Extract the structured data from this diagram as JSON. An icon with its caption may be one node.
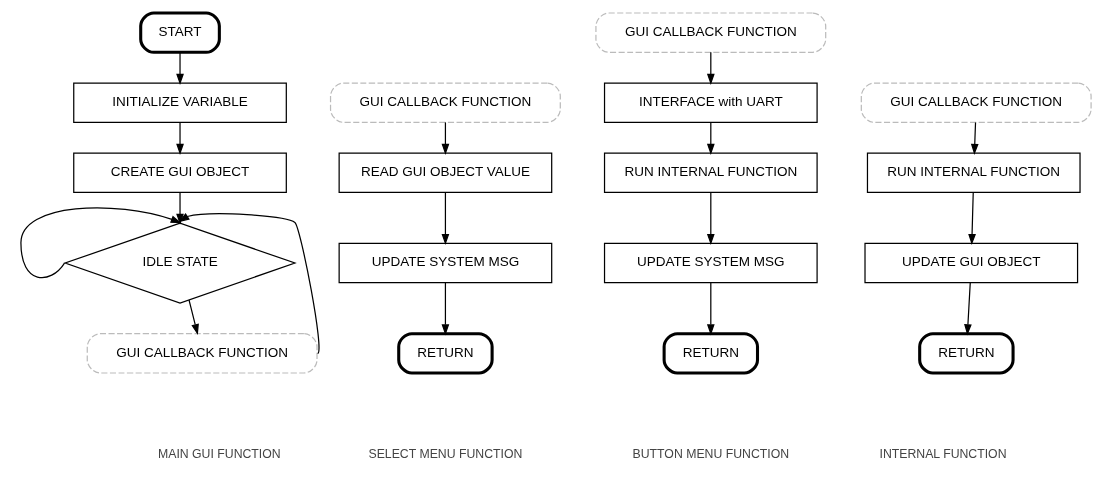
{
  "diagram": {
    "nodes": [
      {
        "text": [
          "START"
        ]
      },
      {
        "text": [
          "INITIALIZE VARIABLE"
        ]
      },
      {
        "text": [
          "CREATE GUI OBJECT"
        ]
      },
      {
        "text": [
          "IDLE STATE"
        ]
      },
      {
        "text": [
          "GUI CALLBACK FUNCTION"
        ]
      },
      {
        "text": [
          "GUI CALLBACK FUNCTION"
        ]
      },
      {
        "text": [
          "READ GUI OBJECT VALUE"
        ]
      },
      {
        "text": [
          "UPDATE SYSTEM MSG"
        ]
      },
      {
        "text": [
          "RETURN"
        ]
      },
      {
        "text": [
          "GUI CALLBACK FUNCTION"
        ]
      },
      {
        "text": [
          "INTERFACE with UART"
        ]
      },
      {
        "text": [
          "RUN INTERNAL FUNCTION"
        ]
      },
      {
        "text": [
          "UPDATE SYSTEM MSG"
        ]
      },
      {
        "text": [
          "RETURN"
        ]
      },
      {
        "text": [
          "GUI CALLBACK FUNCTION"
        ]
      },
      {
        "text": [
          "RUN INTERNAL FUNCTION"
        ]
      },
      {
        "text": [
          "UPDATE GUI OBJECT"
        ]
      },
      {
        "text": [
          "RETURN"
        ]
      }
    ],
    "edges": [
      {
        "from": 0,
        "to": 1,
        "arrow": "to"
      },
      {
        "from": 1,
        "to": 2,
        "arrow": "to"
      },
      {
        "from": 2,
        "to": 3,
        "arrow": "to"
      },
      {
        "from": 3,
        "to": 3,
        "arrow": "to"
      },
      {
        "from": 3,
        "to": 4,
        "arrow": "to"
      },
      {
        "from": 4,
        "to": 3,
        "arrow": "to"
      },
      {
        "from": 5,
        "to": 6,
        "arrow": "to"
      },
      {
        "from": 6,
        "to": 7,
        "arrow": "to"
      },
      {
        "from": 7,
        "to": 8,
        "arrow": "to"
      },
      {
        "from": 9,
        "to": 10,
        "arrow": "to"
      },
      {
        "from": 10,
        "to": 11,
        "arrow": "to"
      },
      {
        "from": 11,
        "to": 12,
        "arrow": "to"
      },
      {
        "from": 12,
        "to": 13,
        "arrow": "to"
      },
      {
        "from": 14,
        "to": 15,
        "arrow": "to"
      },
      {
        "from": 15,
        "to": 16,
        "arrow": "to"
      },
      {
        "from": 16,
        "to": 17,
        "arrow": "to"
      }
    ],
    "labels": [
      "MAIN GUI FUNCTION",
      "SELECT MENU FUNCTION",
      "BUTTON MENU FUNCTION",
      "INTERNAL FUNCTION"
    ]
  }
}
